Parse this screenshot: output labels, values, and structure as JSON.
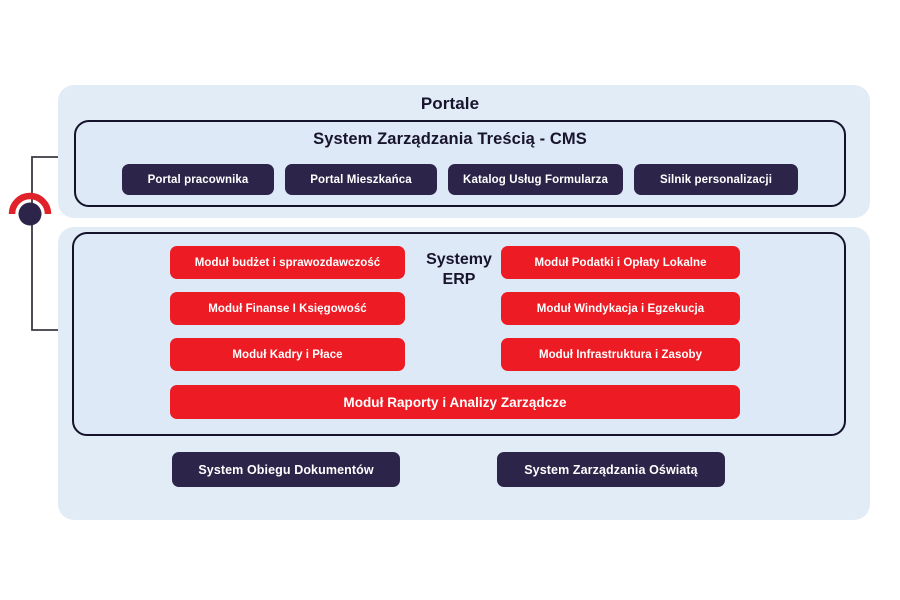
{
  "diagram": {
    "title_top": "Portale",
    "cms": {
      "title": "System Zarządzania Treścią - CMS",
      "portals": [
        {
          "label": "Portal pracownika"
        },
        {
          "label": "Portal Mieszkańca"
        },
        {
          "label": "Katalog Usług Formularza"
        },
        {
          "label": "Silnik personalizacji"
        }
      ]
    },
    "erp": {
      "label_line1": "Systemy",
      "label_line2": "ERP",
      "modules_left": [
        {
          "label": "Moduł budżet i sprawozdawczość"
        },
        {
          "label": "Moduł Finanse I Księgowość"
        },
        {
          "label": "Moduł Kadry i Płace"
        }
      ],
      "modules_right": [
        {
          "label": "Moduł Podatki i Opłaty Lokalne"
        },
        {
          "label": "Moduł Windykacja i Egzekucja"
        },
        {
          "label": "Moduł Infrastruktura i Zasoby"
        }
      ],
      "module_wide": {
        "label": "Moduł Raporty i Analizy Zarządcze"
      }
    },
    "systems": [
      {
        "label": "System Obiegu Dokumentów"
      },
      {
        "label": "System Zarządzania Oświatą"
      }
    ],
    "connectors": [
      {
        "name": "integration-connector-left",
        "arc": "top"
      },
      {
        "name": "integration-connector-bottom-left",
        "arc": "top"
      },
      {
        "name": "integration-connector-bottom-right",
        "arc": "left"
      }
    ],
    "colors": {
      "red": "#ec1b24",
      "navy": "#2c2549",
      "panel_blue": "#e2ecf7",
      "inner_blue": "#dde9f6",
      "border_dark": "#15132b",
      "line": "#3a3a44"
    }
  }
}
